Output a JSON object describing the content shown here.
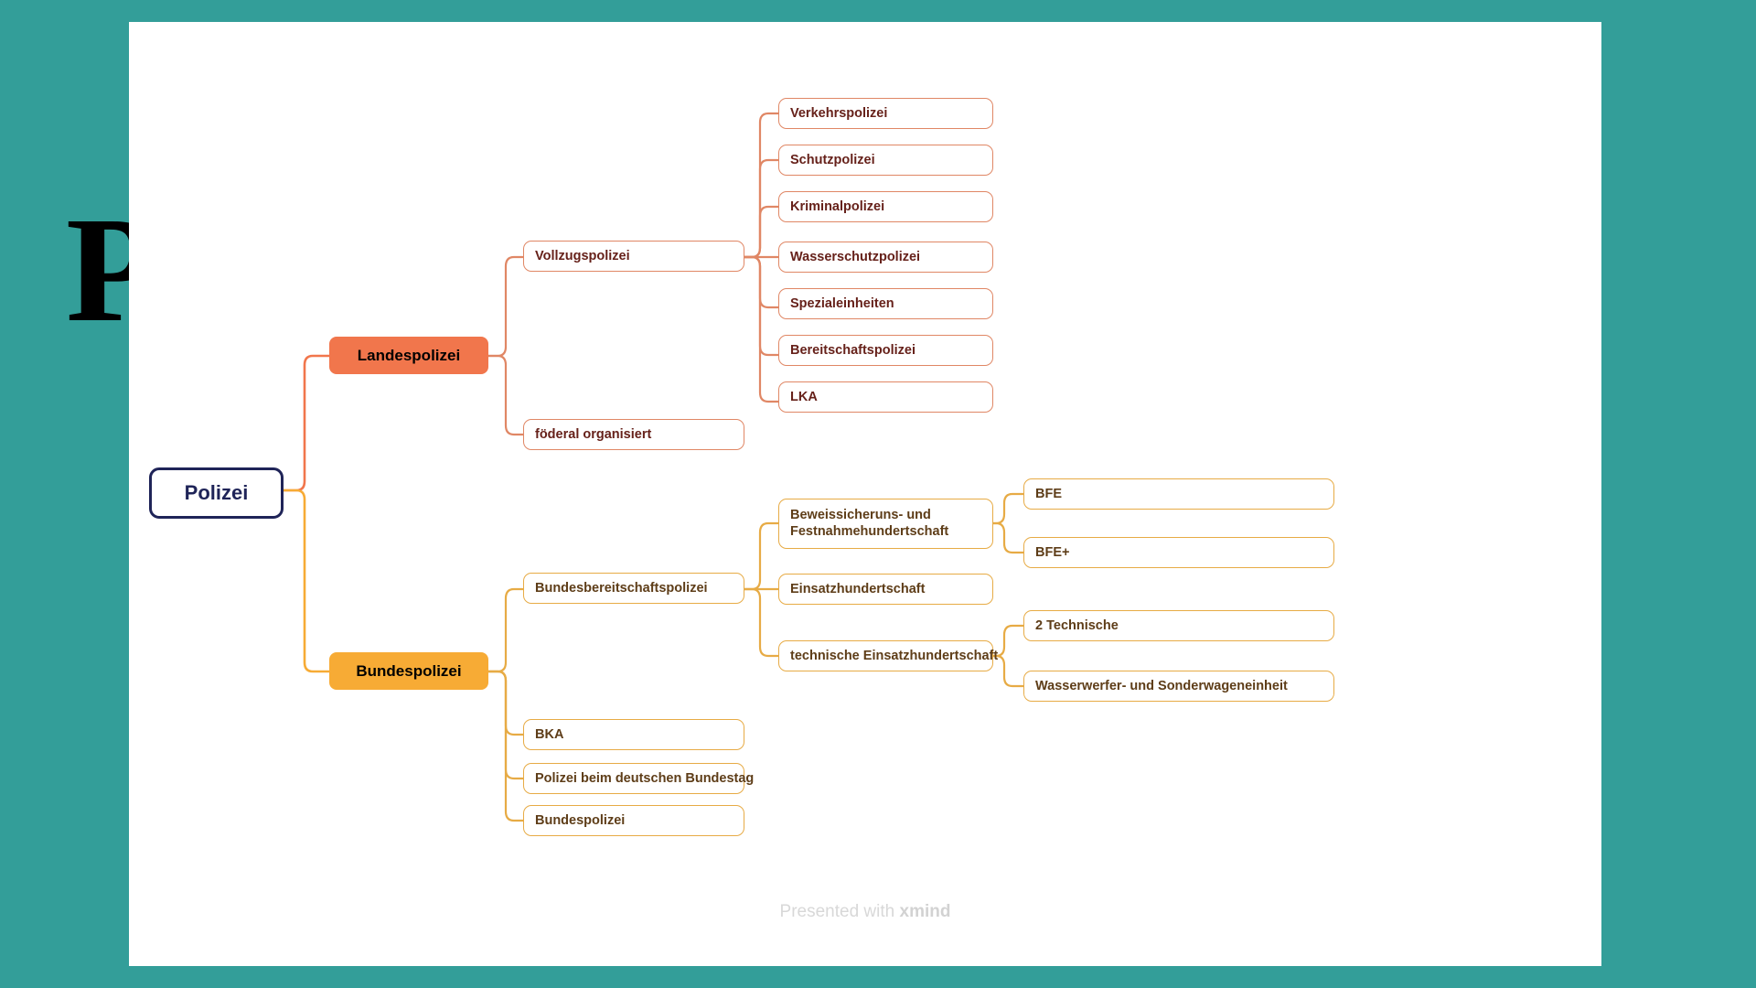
{
  "slide": {
    "background_color": "#339e99",
    "canvas_color": "#ffffff",
    "decor_letter": "P",
    "footer_prefix": "Presented with ",
    "footer_brand": "xmind"
  },
  "palette": {
    "root_stroke": "#1f2458",
    "root_text": "#1f2458",
    "branch_red_fill": "#f1764c",
    "branch_orange_fill": "#f7ab35",
    "red_stroke": "#e08765",
    "red_text": "#66211a",
    "orange_stroke": "#e7ab45",
    "orange_text": "#5e3d18"
  },
  "mindmap": {
    "root": {
      "label": "Polizei"
    },
    "branches": [
      {
        "id": "landespolizei",
        "label": "Landespolizei",
        "children": [
          {
            "id": "vollzugspolizei",
            "label": "Vollzugspolizei",
            "children": [
              {
                "id": "verkehrspolizei",
                "label": "Verkehrspolizei"
              },
              {
                "id": "schutzpolizei",
                "label": "Schutzpolizei"
              },
              {
                "id": "kriminalpolizei",
                "label": "Kriminalpolizei"
              },
              {
                "id": "wasserschutzpolizei",
                "label": "Wasserschutzpolizei"
              },
              {
                "id": "spezialeinheiten",
                "label": "Spezialeinheiten"
              },
              {
                "id": "bereitschaftspolizei",
                "label": "Bereitschaftspolizei"
              },
              {
                "id": "lka",
                "label": "LKA"
              }
            ]
          },
          {
            "id": "foederal-organisiert",
            "label": "föderal organisiert",
            "children": []
          }
        ]
      },
      {
        "id": "bundespolizei",
        "label": "Bundespolizei",
        "children": [
          {
            "id": "bundesbereitschaftspolizei",
            "label": "Bundesbereitschaftspolizei",
            "children": [
              {
                "id": "beweissicherung",
                "label": "Beweissicheruns- und Festnahmehundertschaft",
                "children": [
                  {
                    "id": "bfe",
                    "label": "BFE"
                  },
                  {
                    "id": "bfe-plus",
                    "label": "BFE+"
                  }
                ]
              },
              {
                "id": "einsatzhundertschaft",
                "label": "Einsatzhundertschaft",
                "children": []
              },
              {
                "id": "technische-einsatzhundertschaft",
                "label": "technische Einsatzhundertschaft",
                "children": [
                  {
                    "id": "zwei-technische",
                    "label": "2 Technische"
                  },
                  {
                    "id": "wasserwerfer",
                    "label": "Wasserwerfer- und Sonderwageneinheit"
                  }
                ]
              }
            ]
          },
          {
            "id": "bka",
            "label": "BKA",
            "children": []
          },
          {
            "id": "polizei-bundestag",
            "label": "Polizei beim deutschen Bundestag",
            "children": []
          },
          {
            "id": "bundespolizei-leaf",
            "label": "Bundespolizei",
            "children": []
          }
        ]
      }
    ]
  }
}
